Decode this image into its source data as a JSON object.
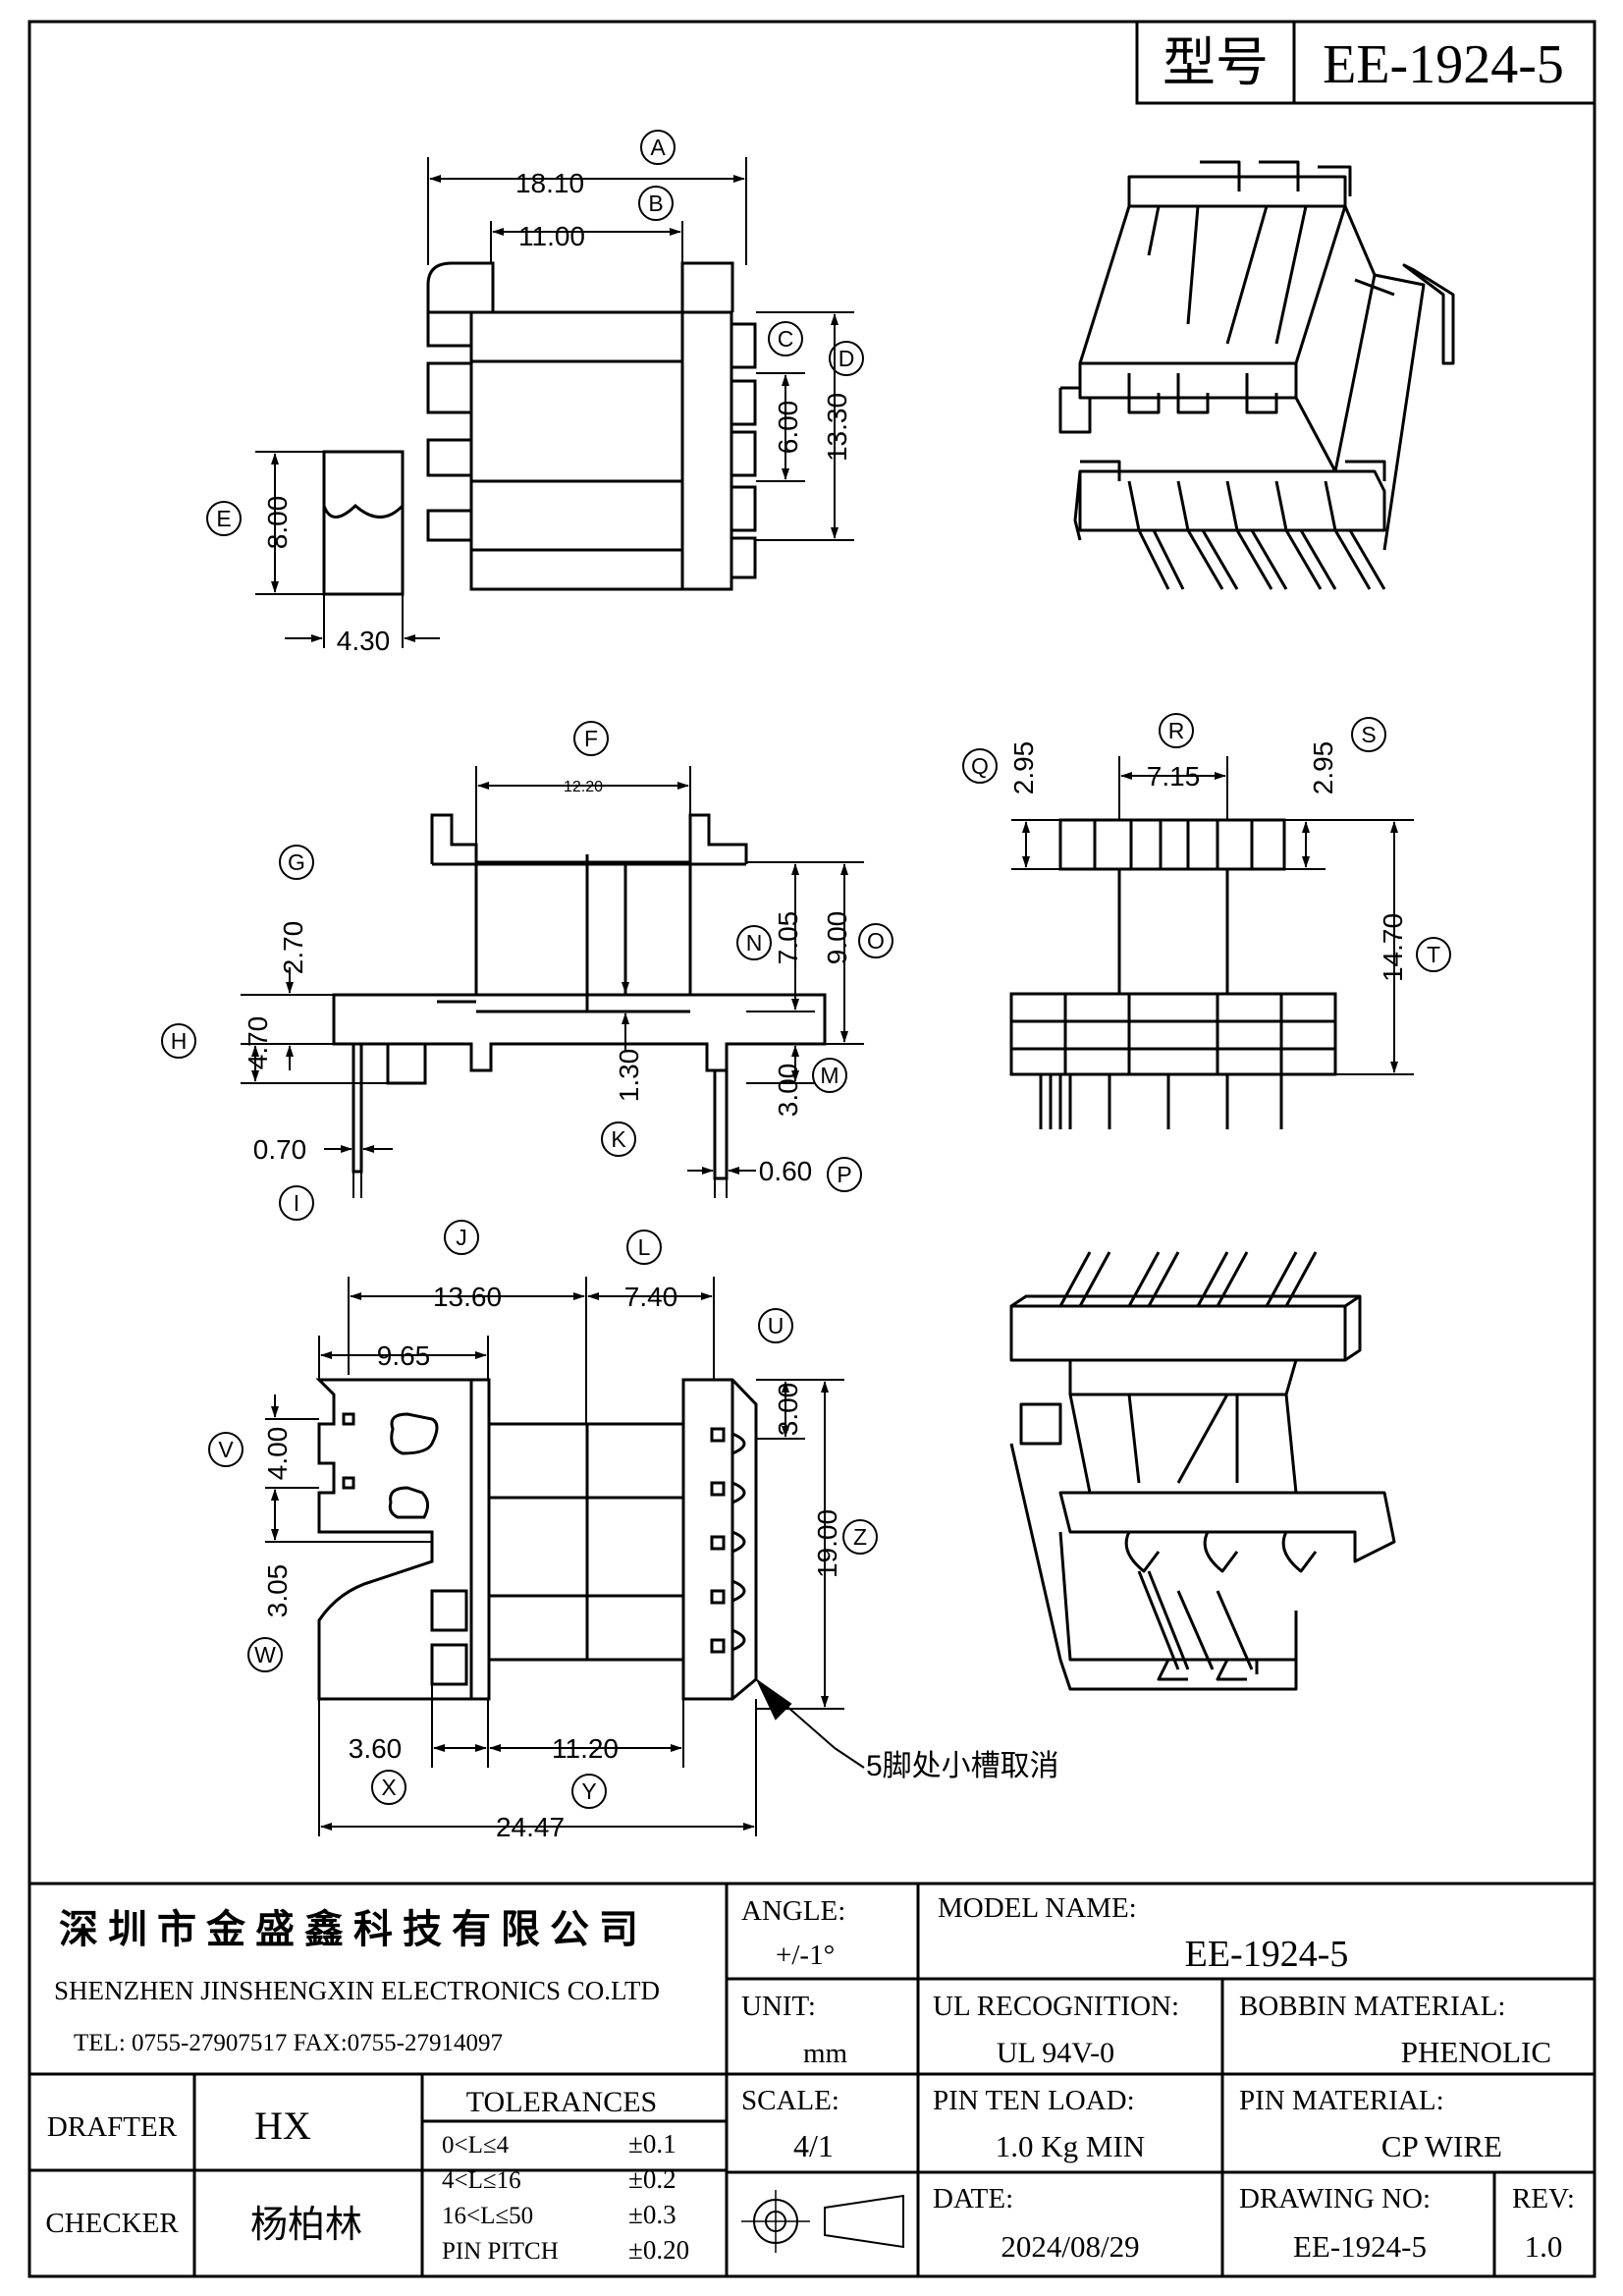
{
  "model_box": {
    "label": "型号",
    "value": "EE-1924-5"
  },
  "dimensions": {
    "A": "18.10",
    "B": "11.00",
    "C": "6.00",
    "D": "13.30",
    "E": "8.00",
    "E2": "4.30",
    "F": "12.20",
    "G": "2.70",
    "H": "4.70",
    "I": "0.70",
    "K": "1.30",
    "N": "7.05",
    "O": "9.00",
    "M": "3.00",
    "P": "0.60",
    "Q": "2.95",
    "R": "7.15",
    "S": "2.95",
    "T": "14.70",
    "J": "13.60",
    "L": "7.40",
    "J2": "9.65",
    "U": "3.00",
    "V": "4.00",
    "W": "3.05",
    "Z": "19.00",
    "X": "3.60",
    "Y": "11.20",
    "total": "24.47"
  },
  "callouts": [
    "A",
    "B",
    "C",
    "D",
    "E",
    "F",
    "G",
    "H",
    "I",
    "K",
    "M",
    "N",
    "O",
    "P",
    "Q",
    "R",
    "S",
    "T",
    "J",
    "L",
    "U",
    "V",
    "W",
    "Z",
    "X",
    "Y"
  ],
  "note": "5脚处小槽取消",
  "title_block": {
    "company_cn": "深圳市金盛鑫科技有限公司",
    "company_en": "SHENZHEN JINSHENGXIN ELECTRONICS CO.LTD",
    "contact": "TEL: 0755-27907517    FAX:0755-27914097",
    "angle_label": "ANGLE:",
    "angle_value": "+/-1°",
    "model_label": "MODEL NAME:",
    "model_value": "EE-1924-5",
    "unit_label": "UNIT:",
    "unit_value": "mm",
    "ul_label": "UL RECOGNITION:",
    "ul_value": "UL 94V-0",
    "bobbin_label": "BOBBIN MATERIAL:",
    "bobbin_value": "PHENOLIC",
    "drafter_label": "DRAFTER",
    "drafter_value": "HX",
    "checker_label": "CHECKER",
    "checker_value": "杨柏林",
    "tol_title": "TOLERANCES",
    "tolerances": [
      {
        "range": "0<L≤4",
        "value": "±0.1"
      },
      {
        "range": "4<L≤16",
        "value": "±0.2"
      },
      {
        "range": "16<L≤50",
        "value": "±0.3"
      },
      {
        "range": "PIN PITCH",
        "value": "±0.20"
      }
    ],
    "scale_label": "SCALE:",
    "scale_value": "4/1",
    "pin_load_label": "PIN TEN LOAD:",
    "pin_load_value": "1.0 Kg MIN",
    "pin_material_label": "PIN MATERIAL:",
    "pin_material_value": "CP WIRE",
    "date_label": "DATE:",
    "date_value": "2024/08/29",
    "drawing_no_label": "DRAWING NO:",
    "drawing_no_value": "EE-1924-5",
    "rev_label": "REV:",
    "rev_value": "1.0"
  }
}
